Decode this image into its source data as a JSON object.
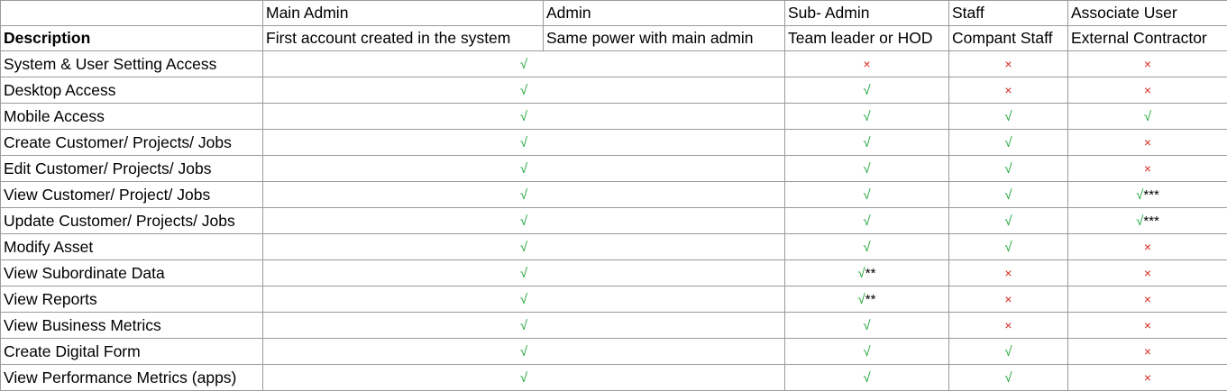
{
  "table": {
    "header_roles": [
      "",
      "Main Admin",
      "Admin",
      "Sub- Admin",
      "Staff",
      "Associate User"
    ],
    "description_row": [
      "Description",
      "First account created in the system",
      "Same power with main admin",
      "Team leader or HOD",
      "Compant Staff",
      "External Contractor"
    ],
    "rows": [
      {
        "label": "System & User Setting Access",
        "admin": {
          "mark": "√",
          "note": ""
        },
        "sub_admin": {
          "mark": "×",
          "note": ""
        },
        "staff": {
          "mark": "×",
          "note": ""
        },
        "associate": {
          "mark": "×",
          "note": ""
        }
      },
      {
        "label": "Desktop Access",
        "admin": {
          "mark": "√",
          "note": ""
        },
        "sub_admin": {
          "mark": "√",
          "note": ""
        },
        "staff": {
          "mark": "×",
          "note": ""
        },
        "associate": {
          "mark": "×",
          "note": ""
        }
      },
      {
        "label": "Mobile Access",
        "admin": {
          "mark": "√",
          "note": ""
        },
        "sub_admin": {
          "mark": "√",
          "note": ""
        },
        "staff": {
          "mark": "√",
          "note": ""
        },
        "associate": {
          "mark": "√",
          "note": ""
        }
      },
      {
        "label": "Create Customer/ Projects/ Jobs",
        "admin": {
          "mark": "√",
          "note": ""
        },
        "sub_admin": {
          "mark": "√",
          "note": ""
        },
        "staff": {
          "mark": "√",
          "note": ""
        },
        "associate": {
          "mark": "×",
          "note": ""
        }
      },
      {
        "label": "Edit Customer/ Projects/ Jobs",
        "admin": {
          "mark": "√",
          "note": ""
        },
        "sub_admin": {
          "mark": "√",
          "note": ""
        },
        "staff": {
          "mark": "√",
          "note": ""
        },
        "associate": {
          "mark": "×",
          "note": ""
        }
      },
      {
        "label": "View Customer/ Project/ Jobs",
        "admin": {
          "mark": "√",
          "note": ""
        },
        "sub_admin": {
          "mark": "√",
          "note": ""
        },
        "staff": {
          "mark": "√",
          "note": ""
        },
        "associate": {
          "mark": "√",
          "note": "***"
        }
      },
      {
        "label": "Update Customer/ Projects/ Jobs",
        "admin": {
          "mark": "√",
          "note": ""
        },
        "sub_admin": {
          "mark": "√",
          "note": ""
        },
        "staff": {
          "mark": "√",
          "note": ""
        },
        "associate": {
          "mark": "√",
          "note": "***"
        }
      },
      {
        "label": "Modify Asset",
        "admin": {
          "mark": "√",
          "note": ""
        },
        "sub_admin": {
          "mark": "√",
          "note": ""
        },
        "staff": {
          "mark": "√",
          "note": ""
        },
        "associate": {
          "mark": "×",
          "note": ""
        }
      },
      {
        "label": "View Subordinate Data",
        "admin": {
          "mark": "√",
          "note": ""
        },
        "sub_admin": {
          "mark": "√",
          "note": "**"
        },
        "staff": {
          "mark": "×",
          "note": ""
        },
        "associate": {
          "mark": "×",
          "note": ""
        }
      },
      {
        "label": "View Reports",
        "admin": {
          "mark": "√",
          "note": ""
        },
        "sub_admin": {
          "mark": "√",
          "note": "**"
        },
        "staff": {
          "mark": "×",
          "note": ""
        },
        "associate": {
          "mark": "×",
          "note": ""
        }
      },
      {
        "label": "View Business Metrics",
        "admin": {
          "mark": "√",
          "note": ""
        },
        "sub_admin": {
          "mark": "√",
          "note": ""
        },
        "staff": {
          "mark": "×",
          "note": ""
        },
        "associate": {
          "mark": "×",
          "note": ""
        }
      },
      {
        "label": "Create Digital Form",
        "admin": {
          "mark": "√",
          "note": ""
        },
        "sub_admin": {
          "mark": "√",
          "note": ""
        },
        "staff": {
          "mark": "√",
          "note": ""
        },
        "associate": {
          "mark": "×",
          "note": ""
        }
      },
      {
        "label": "View Performance Metrics (apps)",
        "admin": {
          "mark": "√",
          "note": ""
        },
        "sub_admin": {
          "mark": "√",
          "note": ""
        },
        "staff": {
          "mark": "√",
          "note": ""
        },
        "associate": {
          "mark": "×",
          "note": ""
        }
      }
    ]
  },
  "colors": {
    "check": "#1fa63a",
    "cross": "#d62a1e",
    "grid": "#9a9a9a"
  }
}
